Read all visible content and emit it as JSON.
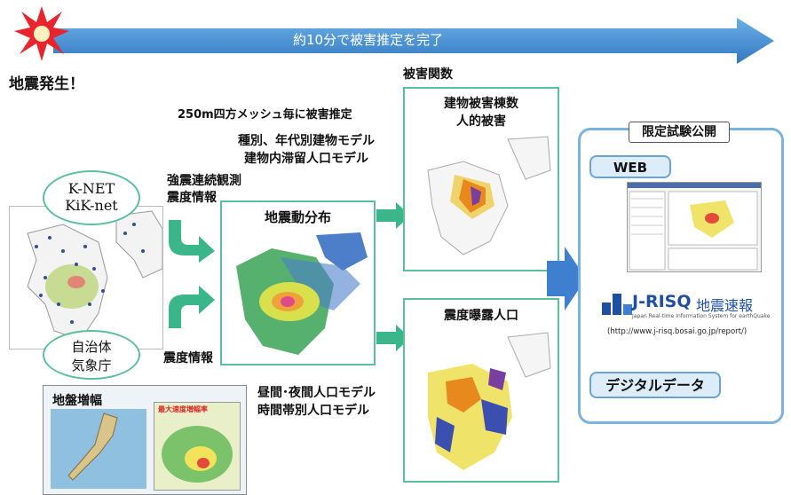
{
  "timeline": {
    "event": "地震発生！",
    "arrow_label": "約10分で被害推定を完了"
  },
  "left": {
    "network_label_1": "K-NET",
    "network_label_2": "KiK-net",
    "gov_label_1": "自治体",
    "gov_label_2": "気象庁",
    "strong_motion_1": "強震連続観測",
    "strong_motion_2": "震度情報",
    "intensity_info": "震度情報"
  },
  "ground": {
    "title": "地盤増幅",
    "inset_caption": "最大速度増幅率"
  },
  "center": {
    "mesh_note": "250m四方メッシュ毎に被害推定",
    "models_1": "種別、年代別建物モデル",
    "models_2": "建物内滞留人口モデル",
    "ground_motion_title": "地震動分布",
    "population_models_1": "昼間･夜間人口モデル",
    "population_models_2": "時間帯別人口モデル"
  },
  "right": {
    "damage_function": "被害関数",
    "building_damage_1": "建物被害棟数",
    "building_damage_2": "人的被害",
    "exposure_title": "震度曝露人口"
  },
  "release": {
    "title": "限定試験公開",
    "web_label": "WEB",
    "logo_text": "J-RISQ",
    "logo_sub": "地震速報",
    "logo_english": "Japan Real-time Information System for earthQuake",
    "url": "(http://www.j-risq.bosai.go.jp/report/)",
    "digital_data": "デジタルデータ"
  },
  "colors": {
    "accent_green": "#5cbf9c",
    "arrow_blue": "#3f8fcf",
    "release_blue": "#7ab3de"
  }
}
